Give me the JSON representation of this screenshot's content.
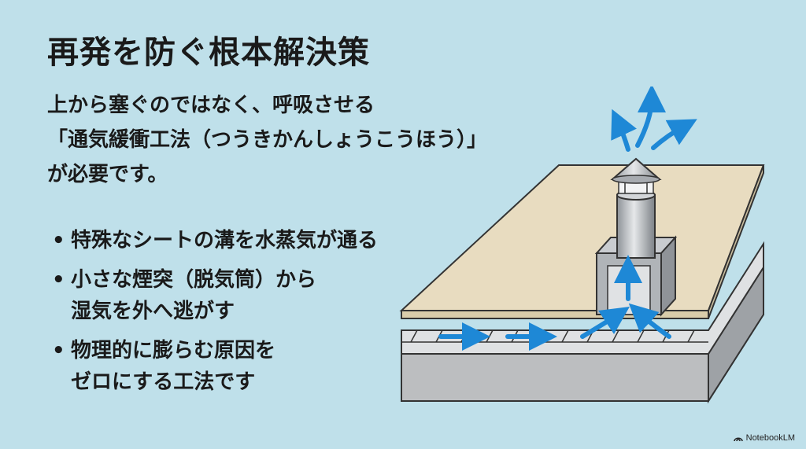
{
  "title": "再発を防ぐ根本解決策",
  "intro": [
    "上から塞ぐのではなく、呼吸させる",
    "「通気緩衝工法（つうきかんしょうこうほう）」",
    "が必要です。"
  ],
  "bullets": [
    {
      "lines": [
        "特殊なシートの溝を水蒸気が通る"
      ]
    },
    {
      "lines": [
        "小さな煙突（脱気筒）から",
        "湿気を外へ逃がす"
      ]
    },
    {
      "lines": [
        "物理的に膨らむ原因を",
        "ゼロにする工法です"
      ]
    }
  ],
  "brand": "NotebookLM",
  "colors": {
    "background": "#bfe0ea",
    "arrow": "#1e88d6",
    "roof_top": "#e8dcc0",
    "metal": "#b8bcc0"
  },
  "illustration_icons": [
    "roof-cross-section",
    "vent-chimney-icon",
    "airflow-arrow-icon"
  ]
}
